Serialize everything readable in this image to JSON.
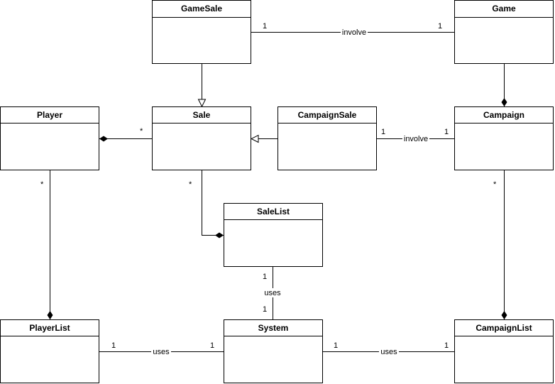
{
  "classes": {
    "gamesale": "GameSale",
    "game": "Game",
    "player": "Player",
    "sale": "Sale",
    "campaignsale": "CampaignSale",
    "campaign": "Campaign",
    "salelist": "SaleList",
    "playerlist": "PlayerList",
    "system": "System",
    "campaignlist": "CampaignList"
  },
  "associations": {
    "gamesale_game": {
      "label": "involve",
      "m_source": "1",
      "m_target": "1"
    },
    "campaignsale_campaign": {
      "label": "involve",
      "m_source": "1",
      "m_target": "1"
    },
    "player_sale": {
      "m_sale": "*"
    },
    "player_playerlist": {
      "m_player": "*"
    },
    "sale_salelist": {
      "m_sale": "*"
    },
    "campaign_campaignlist": {
      "m_campaign": "*"
    },
    "salelist_system": {
      "label": "uses",
      "m_salelist": "1",
      "m_system": "1"
    },
    "playerlist_system": {
      "label": "uses",
      "m_playerlist": "1",
      "m_system": "1"
    },
    "system_campaignlist": {
      "label": "uses",
      "m_system": "1",
      "m_campaignlist": "1"
    }
  }
}
